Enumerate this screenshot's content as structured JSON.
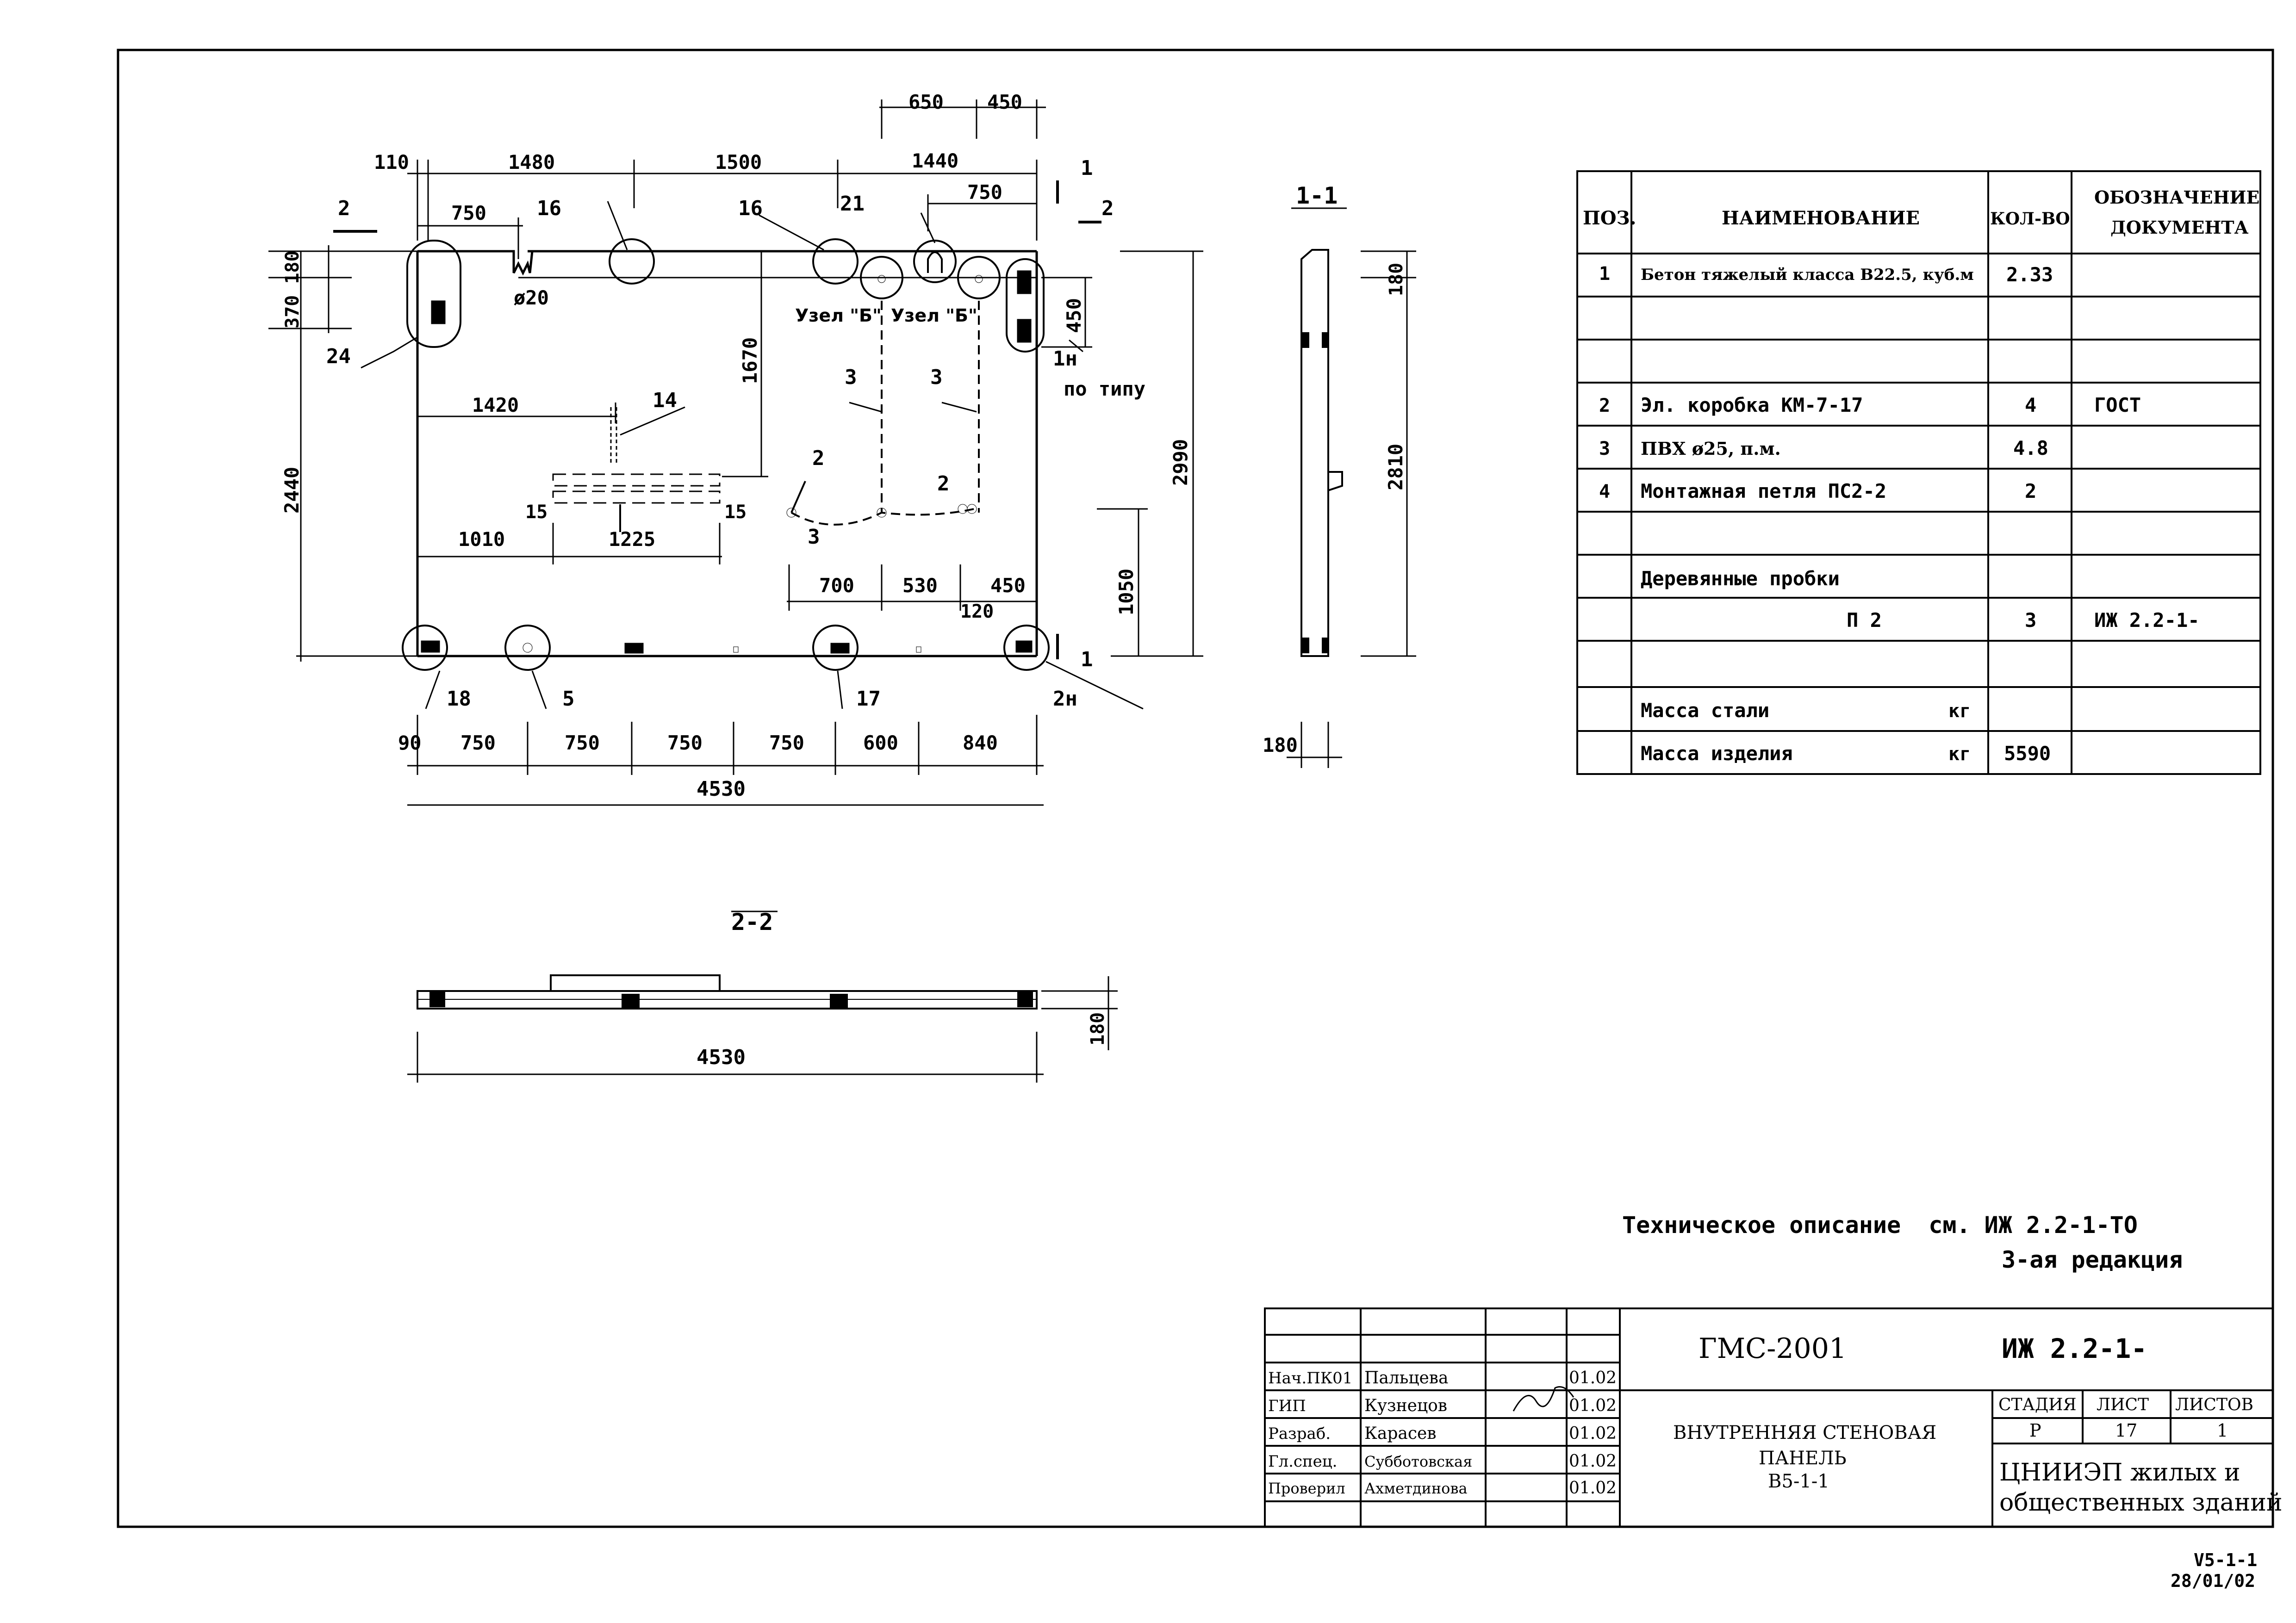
{
  "drawing": {
    "dims": {
      "d650": "650",
      "d450a": "450",
      "d110": "110",
      "d1480": "1480",
      "d1500": "1500",
      "d1440": "1440",
      "d750a": "750",
      "d750b": "750",
      "d370_180": "370 180",
      "d1670": "1670",
      "d2990": "2990",
      "d450b": "450",
      "d1420": "1420",
      "d2440": "2440",
      "d1010": "1010",
      "d1225": "1225",
      "d15a": "15",
      "d15b": "15",
      "d700": "700",
      "d530": "530",
      "d450c": "450",
      "d120": "120",
      "d1050": "1050",
      "d90": "90",
      "b750a": "750",
      "b750b": "750",
      "b750c": "750",
      "b750d": "750",
      "b600": "600",
      "b840": "840",
      "d4530a": "4530",
      "d4530b": "4530",
      "d180a": "180",
      "d180b": "180",
      "d180c": "180",
      "d2810": "2810",
      "phi20": "ø20"
    },
    "labels": {
      "pos16a": "16",
      "pos16b": "16",
      "pos21": "21",
      "pos24": "24",
      "pos14": "14",
      "pos3a": "3",
      "pos3b": "3",
      "pos3c": "3",
      "pos2a": "2",
      "pos2b": "2",
      "pos18": "18",
      "pos5": "5",
      "pos17": "17",
      "pos1n": "1н",
      "pos2n": "2н",
      "uzel1": "Узел \"Б\"",
      "uzel2": "Узел \"Б\"",
      "po_tipu": "по типу",
      "cut1_top": "1",
      "cut1_bot": "1",
      "cut2_left": "2",
      "cut2_right": "2",
      "section11": "1-1",
      "section22": "2-2"
    }
  },
  "spec": {
    "headers": {
      "pos": "ПОЗ.",
      "name": "НАИМЕНОВАНИЕ",
      "qty": "КОЛ-ВО",
      "doc": "ОБОЗНАЧЕНИЕ ДОКУМЕНТА"
    },
    "rows": [
      {
        "pos": "1",
        "name": "Бетон тяжелый класса В22.5, куб.м",
        "qty": "2.33",
        "doc": ""
      },
      {
        "pos": "",
        "name": "",
        "qty": "",
        "doc": ""
      },
      {
        "pos": "",
        "name": "",
        "qty": "",
        "doc": ""
      },
      {
        "pos": "2",
        "name": "Эл. коробка КМ-7-17",
        "qty": "4",
        "doc": "ГОСТ"
      },
      {
        "pos": "3",
        "name": "ПВХ ø25, п.м.",
        "qty": "4.8",
        "doc": ""
      },
      {
        "pos": "4",
        "name": "Монтажная петля ПС2-2",
        "qty": "2",
        "doc": ""
      },
      {
        "pos": "",
        "name": "",
        "qty": "",
        "doc": ""
      },
      {
        "pos": "",
        "name": "Деревянные пробки",
        "qty": "",
        "doc": ""
      },
      {
        "pos": "",
        "name": "П 2",
        "qty": "3",
        "doc": "ИЖ 2.2-1-"
      },
      {
        "pos": "",
        "name": "",
        "qty": "",
        "doc": ""
      },
      {
        "pos": "",
        "name": "Масса стали",
        "unit": "кг",
        "qty": "",
        "doc": ""
      },
      {
        "pos": "",
        "name": "Масса изделия",
        "unit": "кг",
        "qty": "5590",
        "doc": ""
      }
    ]
  },
  "note": {
    "line1": "Техническое описание  см. ИЖ 2.2-1-ТО",
    "line2": "3-ая редакция"
  },
  "title_block": {
    "project": "ГМС-2001",
    "code": "ИЖ 2.2-1-",
    "name_l1": "ВНУТРЕННЯЯ СТЕНОВАЯ",
    "name_l2": "ПАНЕЛЬ",
    "name_l3": "В5-1-1",
    "stage_h": "СТАДИЯ",
    "sheet_h": "ЛИСТ",
    "sheets_h": "ЛИСТОВ",
    "stage": "Р",
    "sheet": "17",
    "sheets": "1",
    "org_l1": "ЦНИИЭП жилых и",
    "org_l2": "общественных зданий",
    "signers": [
      {
        "role": "Нач.ПК01",
        "name": "Пальцева",
        "date": "01.02"
      },
      {
        "role": "ГИП",
        "name": "Кузнецов",
        "date": "01.02"
      },
      {
        "role": "Разраб.",
        "name": "Карасев",
        "date": "01.02"
      },
      {
        "role": "Гл.спец.",
        "name": "Субботовская",
        "date": "01.02"
      },
      {
        "role": "Проверил",
        "name": "Ахметдинова",
        "date": "01.02"
      }
    ]
  },
  "file_id": {
    "l1": "V5-1-1",
    "l2": "28/01/02"
  }
}
